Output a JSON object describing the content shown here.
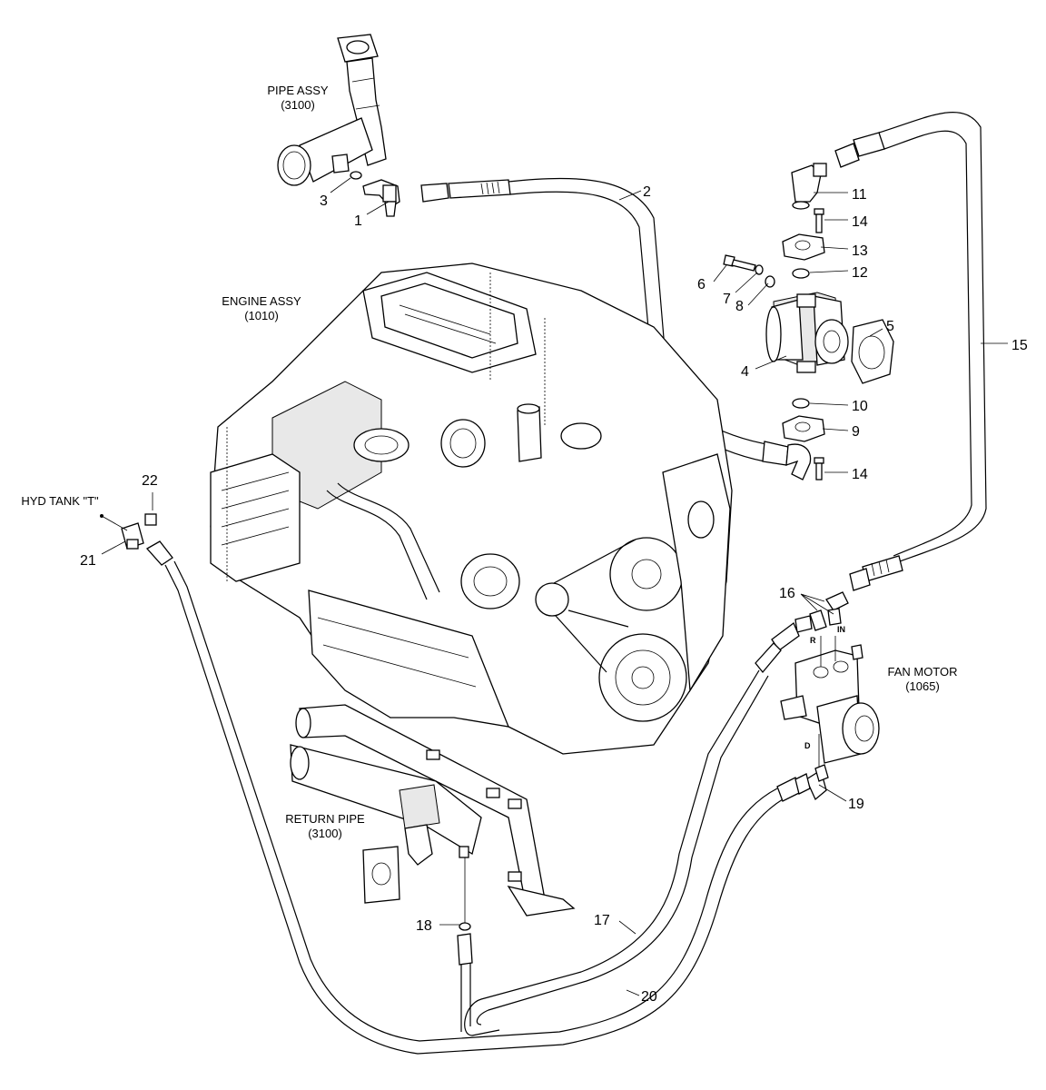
{
  "captions": {
    "pipe_assy": "PIPE ASSY",
    "pipe_assy_code": "(3100)",
    "engine_assy": "ENGINE ASSY",
    "engine_assy_code": "(1010)",
    "hyd_tank": "HYD TANK \"T\"",
    "fan_motor": "FAN MOTOR",
    "fan_motor_code": "(1065)",
    "return_pipe": "RETURN PIPE",
    "return_pipe_code": "(3100)"
  },
  "port_marks": {
    "r": "R",
    "in": "IN",
    "d": "D"
  },
  "callouts": {
    "c1": "1",
    "c2": "2",
    "c3": "3",
    "c4": "4",
    "c5": "5",
    "c6": "6",
    "c7": "7",
    "c8": "8",
    "c9": "9",
    "c10": "10",
    "c11": "11",
    "c12": "12",
    "c13": "13",
    "c14a": "14",
    "c14b": "14",
    "c15": "15",
    "c16": "16",
    "c17": "17",
    "c18": "18",
    "c19": "19",
    "c20": "20",
    "c21": "21",
    "c22": "22"
  }
}
